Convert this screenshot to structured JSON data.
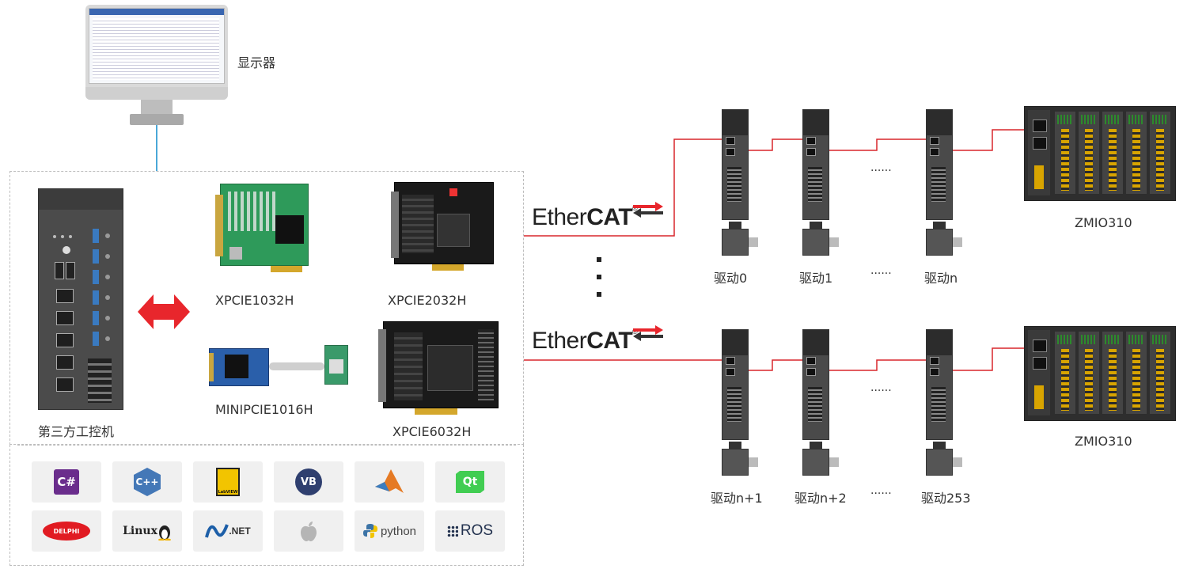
{
  "labels": {
    "monitor": "显示器",
    "ipc": "第三方工控机",
    "card1": "XPCIE1032H",
    "card2": "XPCIE2032H",
    "card3": "MINIPCIE1016H",
    "card4": "XPCIE6032H",
    "zmio_top": "ZMIO310",
    "zmio_bottom": "ZMIO310",
    "drive0": "驱动0",
    "drive1": "驱动1",
    "driven": "驱动n",
    "driven1": "驱动n+1",
    "driven2": "驱动n+2",
    "drive253": "驱动253",
    "dots": "······"
  },
  "ethercat": {
    "ether": "Ether",
    "cat": "CAT",
    "reg": "®"
  },
  "software": {
    "csharp": "C#",
    "cpp": "C++",
    "labview": "LabVIEW",
    "vb": "VB",
    "qt": "Qt",
    "delphi": "DELPHI",
    "linux": "Linux",
    "net": ".NET",
    "python": "python",
    "ros": "ROS"
  },
  "colors": {
    "ethercat_line": "#d9262c",
    "monitor_link": "#4aa8d8",
    "arrow": "#e8262c",
    "pcb_green": "#2e9a5a",
    "pcb_black": "#1a1a1a"
  }
}
